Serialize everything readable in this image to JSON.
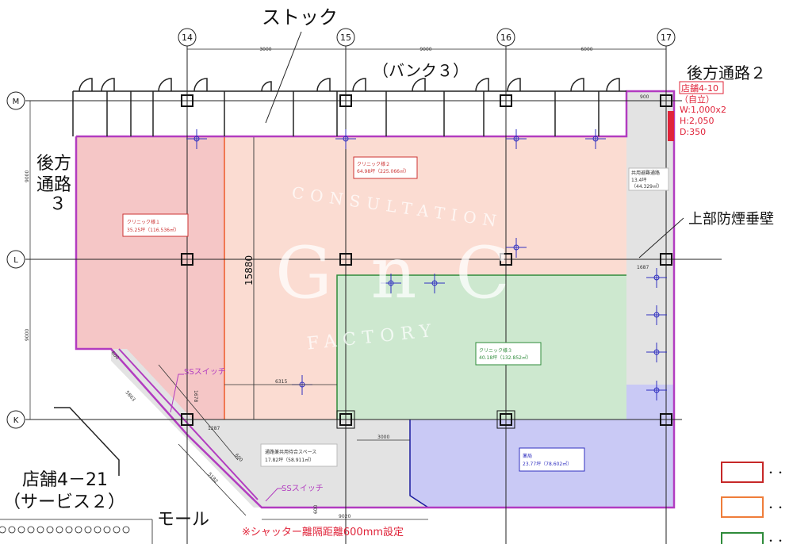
{
  "title_labels": {
    "stock": "ストック",
    "bank3": "（バンク３）",
    "rear_passage2": "後方通路２",
    "rear_passage3_line1": "後方",
    "rear_passage3_line2": "通路",
    "rear_passage3_line3": "３",
    "upper_smoke_wall": "上部防煙垂壁",
    "store_4_21_line1": "店舗4－21",
    "store_4_21_line2": "（サービス２）",
    "mall": "モール",
    "shutter_note": "※シャッター離隔距離600mm設定"
  },
  "grid_axes": {
    "columns": [
      "14",
      "15",
      "16",
      "17"
    ],
    "rows": [
      "M",
      "L",
      "K"
    ]
  },
  "dimensions": {
    "top_14_15": "3000",
    "top_15_16": "9000",
    "top_16_17": "6000",
    "left_M_L": "9000",
    "left_L_K": "9000",
    "height_15880": "15880",
    "d6315": "6315",
    "d3000": "3000",
    "d1287": "1287",
    "d1678": "1678",
    "d5863": "5863",
    "d5182": "5182",
    "d600a": "600",
    "d600b": "600",
    "d600c": "600",
    "d9020": "9020",
    "d1687": "1687",
    "d900": "900"
  },
  "store_4_10": {
    "name": "店舗4-10",
    "type": "（自立）",
    "w": "W:1,000x2",
    "h": "H:2,050",
    "d": "D:350"
  },
  "rooms": [
    {
      "name": "クリニック様１",
      "area": "35.25坪（116.536㎡）"
    },
    {
      "name": "クリニック様２",
      "area": "64.98坪（225.066㎡）"
    },
    {
      "name": "クリニック様３",
      "area": "40.18坪（132.852㎡）"
    },
    {
      "name": "薬局",
      "area": "23.77坪（78.602㎡）"
    },
    {
      "name": "通路兼共用待合スペース",
      "area": "17.82坪（58.911㎡）"
    },
    {
      "name": "共用避難通路",
      "area": "13.4坪",
      "area2": "（44.329㎡）"
    }
  ],
  "switches": [
    "SSスイッチ",
    "SSスイッチ"
  ],
  "watermark": {
    "top": "CONSULTATION",
    "main": "G n C",
    "bottom": "FACTORY"
  },
  "legend": [
    {
      "color": "#c62828",
      "label": "・・"
    },
    {
      "color": "#ef7d3a",
      "label": "・・"
    },
    {
      "color": "#2e8b3a",
      "label": "・・"
    }
  ],
  "colors": {
    "clinic1": "#f5c6c6",
    "clinic2": "#fbdcd2",
    "clinic3": "#cde8cf",
    "pharmacy": "#c9c9f5",
    "common": "#e3e3e3",
    "outline": "#b23cc0",
    "annotation": "#e0243a"
  }
}
